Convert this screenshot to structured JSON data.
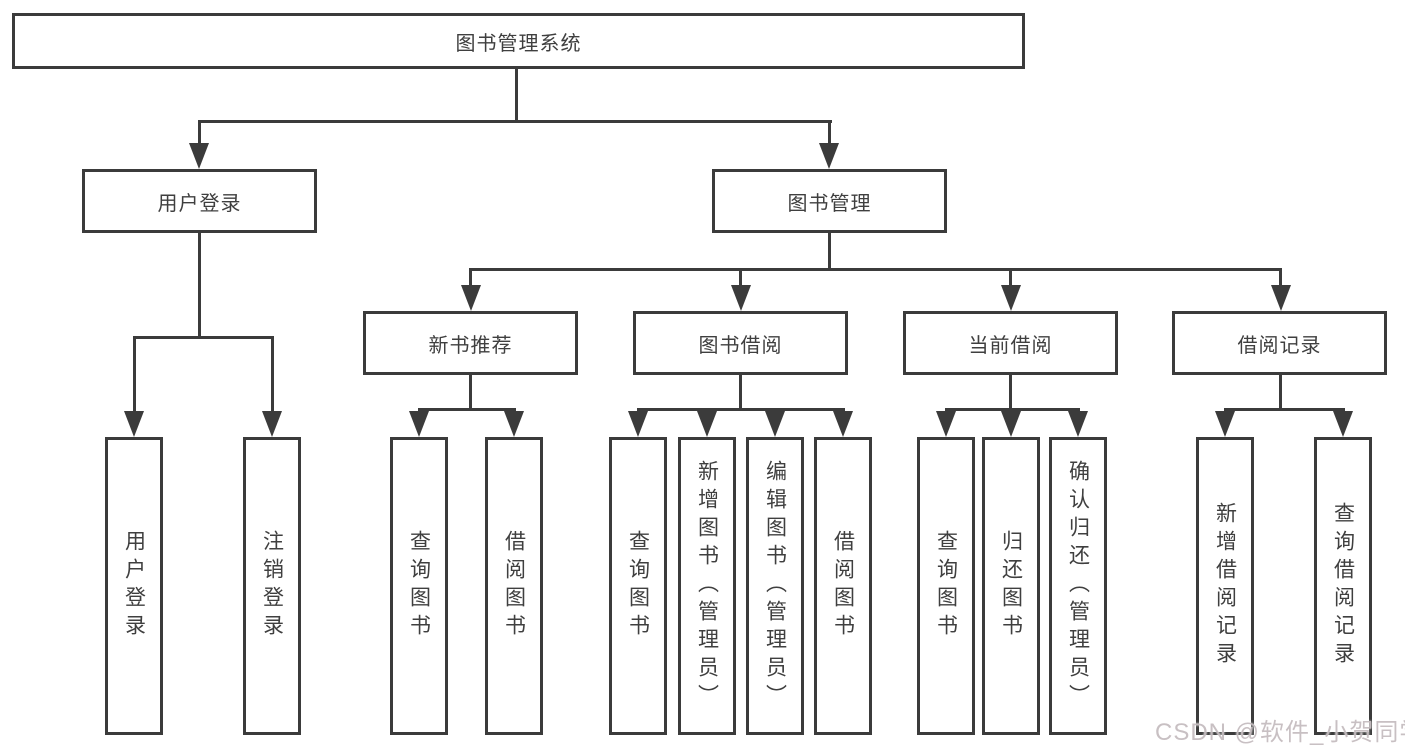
{
  "colors": {
    "line": "#3b3b3b",
    "text": "#3f3f3f",
    "watermark": "#c6bdc0",
    "background": "#ffffff"
  },
  "tree": {
    "root": {
      "label": "图书管理系统"
    },
    "branches": [
      {
        "label": "用户登录",
        "children": [
          {
            "label": "用户登录"
          },
          {
            "label": "注销登录"
          }
        ]
      },
      {
        "label": "图书管理",
        "children": [
          {
            "label": "新书推荐",
            "children": [
              {
                "label": "查询图书"
              },
              {
                "label": "借阅图书"
              }
            ]
          },
          {
            "label": "图书借阅",
            "children": [
              {
                "label": "查询图书"
              },
              {
                "label": "新增图书（管理员）"
              },
              {
                "label": "编辑图书（管理员）"
              },
              {
                "label": "借阅图书"
              }
            ]
          },
          {
            "label": "当前借阅",
            "children": [
              {
                "label": "查询图书"
              },
              {
                "label": "归还图书"
              },
              {
                "label": "确认归还（管理员）"
              }
            ]
          },
          {
            "label": "借阅记录",
            "children": [
              {
                "label": "新增借阅记录"
              },
              {
                "label": "查询借阅记录"
              }
            ]
          }
        ]
      }
    ]
  },
  "watermark": {
    "text": "CSDN @软件_小贺同学"
  }
}
